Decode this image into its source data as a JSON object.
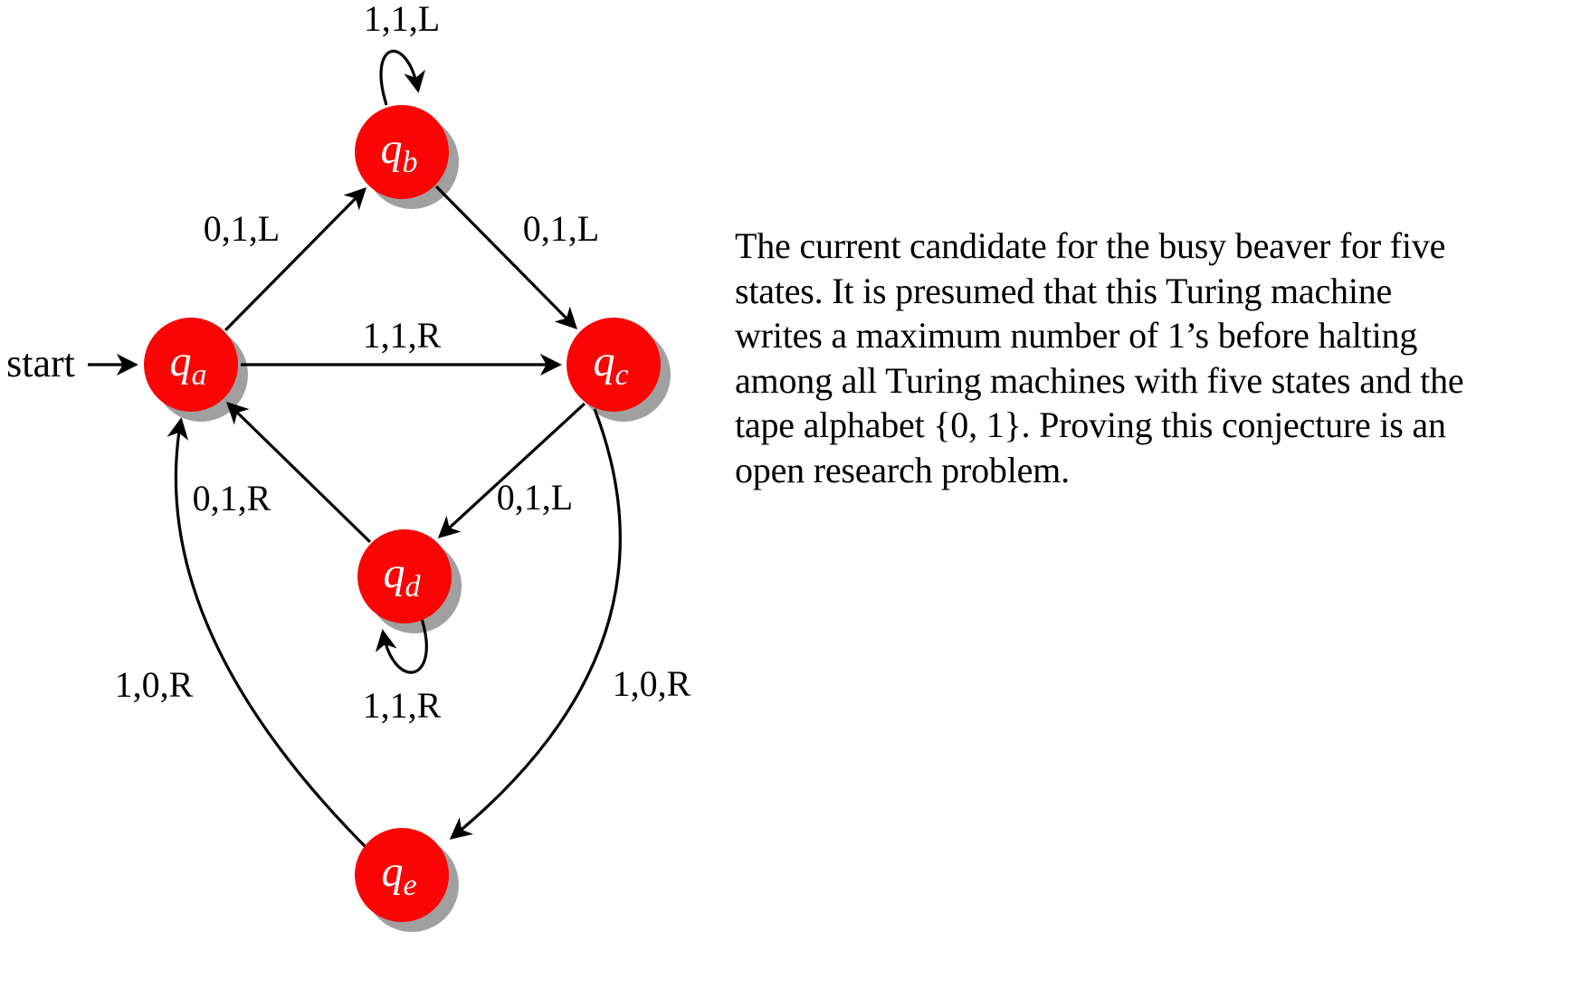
{
  "colors": {
    "background": "#ffffff",
    "state_fill": "#fa0404",
    "state_shadow": "#a0a0a0",
    "line": "#000000",
    "state_text": "#ffffff",
    "text": "#000000"
  },
  "diagram": {
    "type": "turing-machine-state-diagram",
    "start_label": "start",
    "states": {
      "qa": {
        "main": "q",
        "sub": "a"
      },
      "qb": {
        "main": "q",
        "sub": "b"
      },
      "qc": {
        "main": "q",
        "sub": "c"
      },
      "qd": {
        "main": "q",
        "sub": "d"
      },
      "qe": {
        "main": "q",
        "sub": "e"
      }
    },
    "edge_labels": {
      "qb_self": "1,1,L",
      "qa_qb": "0,1,L",
      "qb_qc": "0,1,L",
      "qa_qc": "1,1,R",
      "qd_qa": "0,1,R",
      "qc_qd": "0,1,L",
      "qd_self": "1,1,R",
      "qe_qa": "1,0,R",
      "qc_qe": "1,0,R"
    }
  },
  "paragraph": {
    "lines": [
      "The current candidate for the busy beaver for five",
      "states.  It is presumed that this Turing machine",
      "writes a maximum number of 1’s before halting",
      "among all Turing machines with five states and the",
      "tape alphabet {0, 1}.  Proving this conjecture is an",
      "open research problem."
    ]
  }
}
